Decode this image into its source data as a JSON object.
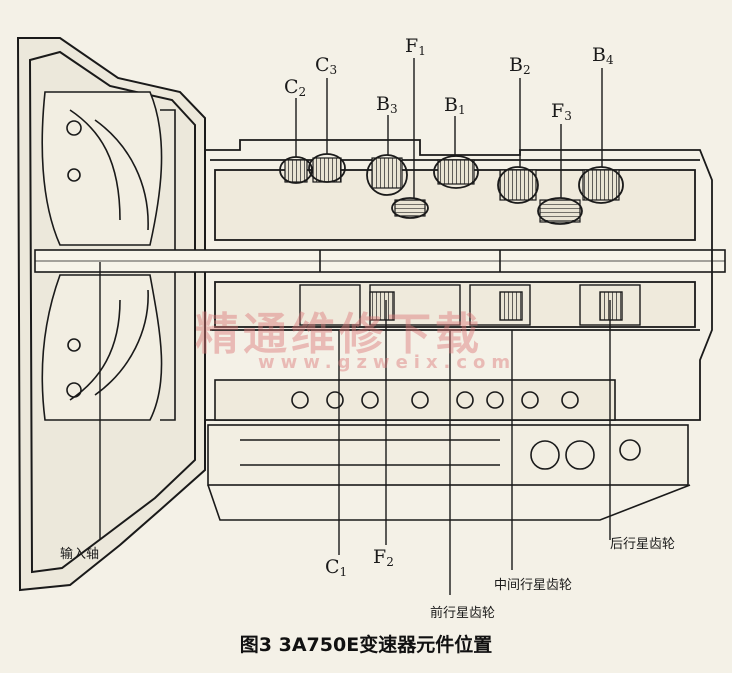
{
  "labels": {
    "c2": {
      "main": "C",
      "sub": "2"
    },
    "c3": {
      "main": "C",
      "sub": "3"
    },
    "f1": {
      "main": "F",
      "sub": "1"
    },
    "b3": {
      "main": "B",
      "sub": "3"
    },
    "b1": {
      "main": "B",
      "sub": "1"
    },
    "b2": {
      "main": "B",
      "sub": "2"
    },
    "f3": {
      "main": "F",
      "sub": "3"
    },
    "b4": {
      "main": "B",
      "sub": "4"
    },
    "c1": {
      "main": "C",
      "sub": "1"
    },
    "f2": {
      "main": "F",
      "sub": "2"
    }
  },
  "callouts": {
    "input_shaft": "输入轴",
    "rear_planetary": "后行星齿轮",
    "middle_planetary": "中间行星齿轮",
    "front_planetary": "前行星齿轮"
  },
  "watermark": {
    "text": "精通维修下载",
    "url": "www.gzweix.com"
  },
  "caption": "图3  3A750E变速器元件位置"
}
